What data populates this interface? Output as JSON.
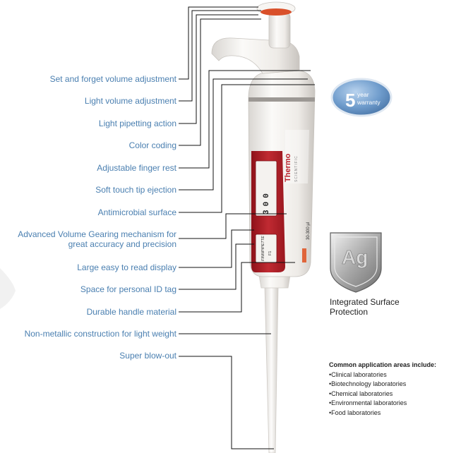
{
  "features": [
    {
      "id": "set-forget",
      "lines": [
        "Set and forget volume adjustment"
      ]
    },
    {
      "id": "light-volume",
      "lines": [
        "Light volume adjustment"
      ]
    },
    {
      "id": "light-pipetting",
      "lines": [
        "Light pipetting action"
      ]
    },
    {
      "id": "color-coding",
      "lines": [
        "Color coding"
      ]
    },
    {
      "id": "finger-rest",
      "lines": [
        "Adjustable finger rest"
      ]
    },
    {
      "id": "tip-ejection",
      "lines": [
        "Soft touch tip ejection"
      ]
    },
    {
      "id": "antimicrobial",
      "lines": [
        "Antimicrobial surface"
      ]
    },
    {
      "id": "gearing",
      "lines": [
        "Advanced Volume Gearing mechanism  for",
        "great accuracy and precision"
      ]
    },
    {
      "id": "display",
      "lines": [
        "Large easy to read display"
      ]
    },
    {
      "id": "id-tag",
      "lines": [
        "Space for personal ID tag"
      ]
    },
    {
      "id": "handle",
      "lines": [
        "Durable handle material"
      ]
    },
    {
      "id": "non-metallic",
      "lines": [
        "Non-metallic construction for light weight"
      ]
    },
    {
      "id": "blow-out",
      "lines": [
        "Super blow-out"
      ]
    }
  ],
  "pipette": {
    "brand_line1": "Thermo",
    "brand_line2": "SCIENTIFIC",
    "display_digits": [
      "3",
      "0",
      "0"
    ],
    "model_label": "FINNPIPETTE",
    "model_sub": "F1",
    "range_label": "30-300 µl",
    "colors": {
      "accent": "#b8202a",
      "body": "#f3f1ee",
      "tip_ring": "#d9502a"
    }
  },
  "warranty_badge": {
    "number": "5",
    "line1": "year",
    "line2": "warranty"
  },
  "ag_shield": {
    "symbol": "Ag",
    "caption_line1": "Integrated Surface",
    "caption_line2": "Protection"
  },
  "applications": {
    "title": "Common application areas include:",
    "items": [
      "Clinical laboratories",
      "Biotechnology laboratories",
      "Chemical laboratories",
      "Environmental laboratories",
      "Food laboratories"
    ]
  }
}
